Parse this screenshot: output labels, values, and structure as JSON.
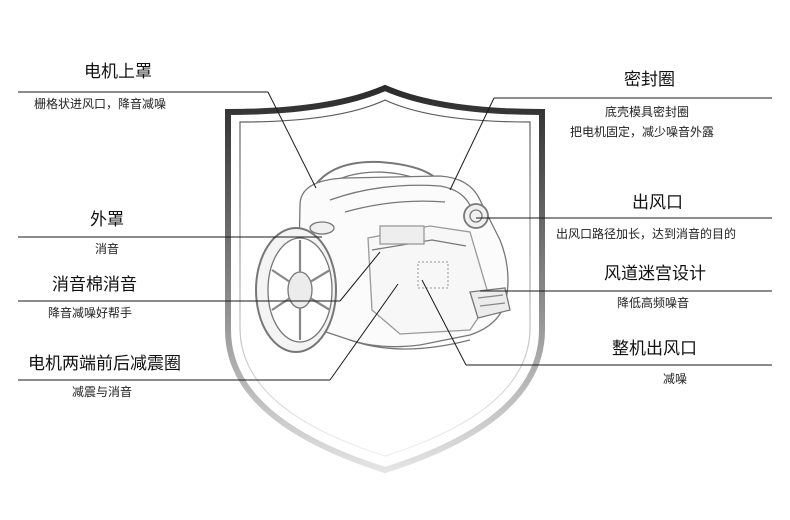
{
  "labels": {
    "motor_cover": {
      "title": "电机上罩",
      "desc": "栅格状进风口，降音减噪"
    },
    "outer_cover": {
      "title": "外罩",
      "desc": "消音"
    },
    "foam": {
      "title": "消音棉消音",
      "desc": "降音减噪好帮手"
    },
    "damping_rings": {
      "title": "电机两端前后减震圈",
      "desc": "减震与消音"
    },
    "seal_ring": {
      "title": "密封圈",
      "desc1": "底壳模具密封圈",
      "desc2": "把电机固定，减少噪音外露"
    },
    "outlet": {
      "title": "出风口",
      "desc": "出风口路径加长，达到消音的目的"
    },
    "maze": {
      "title": "风道迷宫设计",
      "desc": "降低高频噪音"
    },
    "exhaust": {
      "title": "整机出风口",
      "desc": "减噪"
    }
  },
  "colors": {
    "shield_dark": "#2b2b2b",
    "shield_light": "#e0e0e0",
    "line": "#1a1a1a",
    "sketch": "#777777"
  }
}
